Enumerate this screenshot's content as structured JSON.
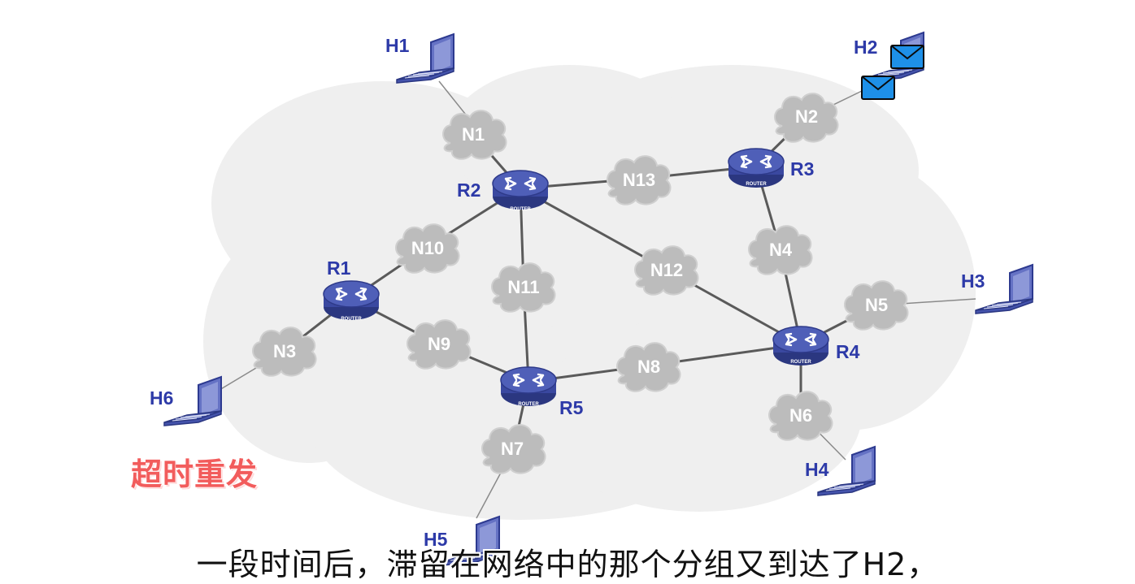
{
  "overlay": {
    "status_text": "超时重发",
    "subtitle": "一段时间后，滞留在网络中的那个分组又到达了H2，"
  },
  "colors": {
    "router": "#3a48a0",
    "label": "#2d3aa8",
    "network_cloud": "#bcbcbc",
    "status_text": "#f25c5c",
    "envelope": "#1e90e8"
  },
  "hosts": [
    {
      "id": "H1",
      "label": "H1"
    },
    {
      "id": "H2",
      "label": "H2"
    },
    {
      "id": "H3",
      "label": "H3"
    },
    {
      "id": "H4",
      "label": "H4"
    },
    {
      "id": "H5",
      "label": "H5"
    },
    {
      "id": "H6",
      "label": "H6"
    }
  ],
  "routers": [
    {
      "id": "R1",
      "label": "R1",
      "tag": "ROUTER"
    },
    {
      "id": "R2",
      "label": "R2",
      "tag": "ROUTER"
    },
    {
      "id": "R3",
      "label": "R3",
      "tag": "ROUTER"
    },
    {
      "id": "R4",
      "label": "R4",
      "tag": "ROUTER"
    },
    {
      "id": "R5",
      "label": "R5",
      "tag": "ROUTER"
    }
  ],
  "networks": [
    {
      "id": "N1",
      "label": "N1"
    },
    {
      "id": "N2",
      "label": "N2"
    },
    {
      "id": "N3",
      "label": "N3"
    },
    {
      "id": "N4",
      "label": "N4"
    },
    {
      "id": "N5",
      "label": "N5"
    },
    {
      "id": "N6",
      "label": "N6"
    },
    {
      "id": "N7",
      "label": "N7"
    },
    {
      "id": "N8",
      "label": "N8"
    },
    {
      "id": "N9",
      "label": "N9"
    },
    {
      "id": "N10",
      "label": "N10"
    },
    {
      "id": "N11",
      "label": "N11"
    },
    {
      "id": "N12",
      "label": "N12"
    },
    {
      "id": "N13",
      "label": "N13"
    }
  ],
  "packets": [
    {
      "id": "packet-1",
      "icon": "envelope-icon"
    },
    {
      "id": "packet-2",
      "icon": "envelope-icon"
    }
  ]
}
